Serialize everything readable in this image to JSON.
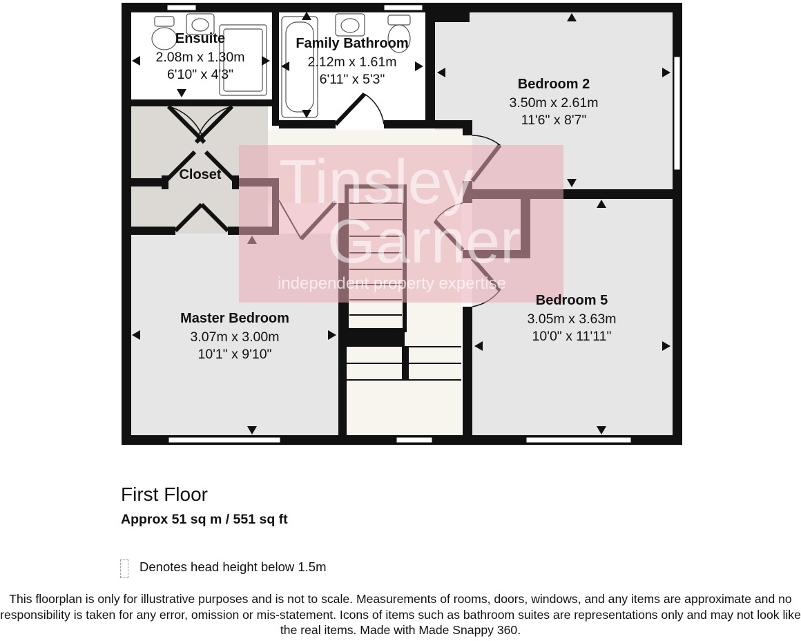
{
  "rooms": {
    "ensuite": {
      "name": "Ensuite",
      "metric": "2.08m x 1.30m",
      "imperial": "6'10\" x 4'3\""
    },
    "bathroom": {
      "name": "Family Bathroom",
      "metric": "2.12m x 1.61m",
      "imperial": "6'11\" x 5'3\""
    },
    "bedroom2": {
      "name": "Bedroom 2",
      "metric": "3.50m x 2.61m",
      "imperial": "11'6\" x 8'7\""
    },
    "closet": {
      "name": "Closet"
    },
    "master": {
      "name": "Master Bedroom",
      "metric": "3.07m x 3.00m",
      "imperial": "10'1\" x 9'10\""
    },
    "bedroom5": {
      "name": "Bedroom 5",
      "metric": "3.05m x 3.63m",
      "imperial": "10'0\" x 11'11\""
    }
  },
  "watermark": {
    "line1": "Tinsley",
    "line2": "Garner",
    "tagline": "independent property expertise"
  },
  "floor": {
    "title": "First Floor",
    "area": "Approx 51 sq m / 551 sq ft"
  },
  "legend": {
    "text": "Denotes head height below 1.5m"
  },
  "disclaimer": "This floorplan is only for illustrative purposes and is not to scale. Measurements of rooms, doors, windows, and any items are approximate and no responsibility is taken for any error, omission or mis-statement. Icons of items such as bathroom suites are representations only and may not look like the real items. Made with Made Snappy 360.",
  "colors": {
    "wall": "#111111",
    "room_fill": "#e6e6e6",
    "closet_fill": "#dcd9d4",
    "landing_fill": "#f7f5ee",
    "watermark": "#e8aab4"
  }
}
